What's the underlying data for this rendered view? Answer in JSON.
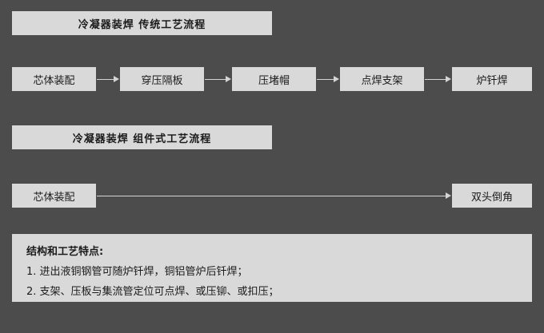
{
  "colors": {
    "background": "#4c4c4c",
    "box_bg": "#d9d9d9",
    "text": "#1b1b1b",
    "arrow": "#d5d5d5"
  },
  "flow1": {
    "title": "冷凝器装焊  传统工艺流程",
    "steps": [
      "芯体装配",
      "穿压隔板",
      "压堵帽",
      "点焊支架",
      "炉钎焊"
    ]
  },
  "flow2": {
    "title": "冷凝器装焊   组件式工艺流程",
    "steps": [
      "芯体装配",
      "双头倒角"
    ]
  },
  "notes": {
    "title": "结构和工艺特点:",
    "items": [
      "1. 进出液铜钢管可随炉钎焊，铜铝管炉后钎焊；",
      "2. 支架、压板与集流管定位可点焊、或压铆、或扣压；"
    ]
  }
}
